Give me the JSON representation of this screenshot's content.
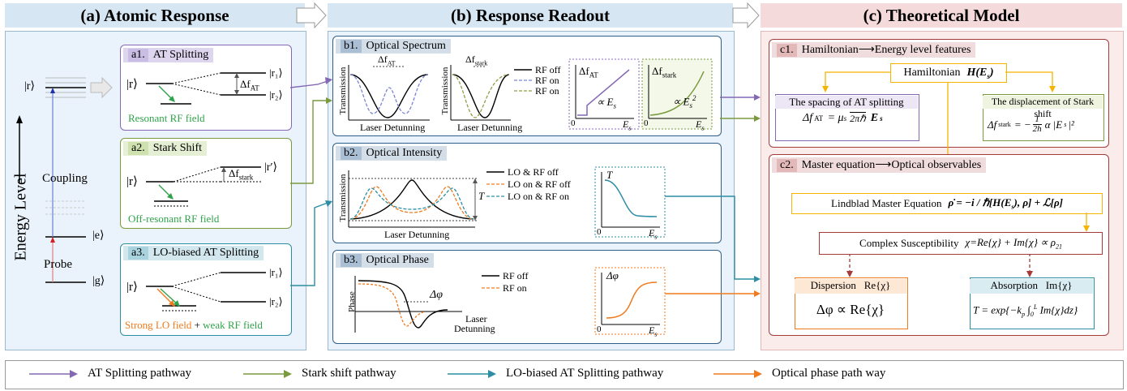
{
  "headers": {
    "a": "(a) Atomic Response",
    "b": "(b) Response Readout",
    "c": "(c) Theoretical Model"
  },
  "energy": {
    "axis": "Energy Level",
    "coupling": "Coupling",
    "probe": "Probe",
    "r": "|r⟩",
    "e": "|e⟩",
    "g": "|g⟩"
  },
  "a1": {
    "num": "a1.",
    "title": "AT Splitting",
    "r": "|r⟩",
    "r1": "|r₁⟩",
    "r2": "|r₂⟩",
    "df": "Δf",
    "dfsub": "AT",
    "field": "Resonant RF field"
  },
  "a2": {
    "num": "a2.",
    "title": "Stark Shift",
    "r": "|r⟩",
    "rp": "|r′⟩",
    "df": "Δf",
    "dfsub": "stark",
    "field": "Off-resonant RF field"
  },
  "a3": {
    "num": "a3.",
    "title": "LO-biased AT Splitting",
    "r": "|r⟩",
    "r1": "|r₁⟩",
    "r2": "|r₂⟩",
    "field_lo": "Strong LO field",
    "plus": " + ",
    "field_rf": "weak RF field"
  },
  "b1": {
    "num": "b1.",
    "title": "Optical Spectrum",
    "ylabel": "Transmission",
    "xlabel": "Laser Detunning",
    "df_at": "Δf",
    "df_at_sub": "AT",
    "df_stark": "Δf",
    "df_stark_sub": "stark",
    "legend1": [
      "RF off",
      "RF on"
    ],
    "legend2": "RF on",
    "plot1_y": "Δf",
    "plot1_ysub": "AT",
    "plot1_rel": "∝ E",
    "plot1_relsub": "s",
    "zero": "0",
    "es": "E",
    "essub": "s",
    "plot2_y": "Δf",
    "plot2_ysub": "stark",
    "plot2_rel": "∝ E",
    "plot2_relsub": "s",
    "plot2_relsup": "2"
  },
  "b2": {
    "num": "b2.",
    "title": "Optical Intensity",
    "ylabel": "Transmission",
    "xlabel": "Laser Detunning",
    "T": "T",
    "legend": [
      "LO & RF off",
      "LO on & RF off",
      "LO on & RF on"
    ],
    "plot_y": "T",
    "zero": "0",
    "es": "E",
    "essub": "s"
  },
  "b3": {
    "num": "b3.",
    "title": "Optical Phase",
    "ylabel": "Phase",
    "xlabel1": "Laser",
    "xlabel2": "Detunning",
    "dphi": "Δφ",
    "legend": [
      "RF off",
      "RF on"
    ],
    "plot_y": "Δφ",
    "zero": "0",
    "es": "E",
    "essub": "s"
  },
  "c1": {
    "num": "c1.",
    "title": "Hamiltonian⟶Energy level features",
    "ham_label": "Hamiltonian",
    "ham_expr": "H(E",
    "ham_sub": "s",
    "ham_close": ")",
    "left_title": "The spacing of AT splitting",
    "left_formula_lhs": "Δf",
    "left_formula_sub": "AT",
    "left_formula_rhs": "= μ",
    "left_mu_sub": "s",
    "left_den": "2πℏ",
    "left_es": "E",
    "left_es_sub": "s",
    "right_title": "The displacement of Stark shift",
    "right_formula_lhs": "Δf",
    "right_formula_sub": "stark",
    "right_formula_rhs": "= −",
    "right_num": "1",
    "right_den": "2h",
    "right_tail": "α |E",
    "right_tail_sub": "s",
    "right_tail_end": "|²"
  },
  "c2": {
    "num": "c2.",
    "title": "Master equation⟶Optical observables",
    "lindblad_label": "Lindblad Master Equation",
    "lindblad_expr": "ρ̇ = −i / ℏ[H(E",
    "lindblad_sub": "s",
    "lindblad_end": "), ρ] + ℒ[ρ]",
    "chi_label": "Complex Susceptibility",
    "chi_expr": "χ=Re{χ} + Im{χ} ∝",
    "chi_rho": "ρ",
    "chi_rho_sub": "21",
    "disp_title": "Dispersion",
    "disp_title_expr": "Re{χ}",
    "disp_formula": "Δφ ∝ Re{χ}",
    "abs_title": "Absorption",
    "abs_title_expr": "Im{χ}",
    "abs_formula": "T = exp{−k",
    "abs_kp_sub": "p",
    "abs_integral": " ∫",
    "abs_int_lower": "0",
    "abs_int_upper": "L",
    "abs_tail": " Im{χ}dz}"
  },
  "legend": {
    "items": [
      {
        "label": "AT Splitting pathway",
        "color": "#8468b4"
      },
      {
        "label": "Stark shift pathway",
        "color": "#7a9a3e"
      },
      {
        "label": "LO-biased AT Splitting pathway",
        "color": "#2d8da3"
      },
      {
        "label": "Optical phase path way",
        "color": "#f07a1e"
      }
    ]
  },
  "colors": {
    "purple": "#8468b4",
    "green": "#7a9a3e",
    "teal": "#2d8da3",
    "orange": "#f07a1e",
    "darkred": "#a53a3a",
    "gold": "#f5b400",
    "blue_hdr": "#d6e6f2",
    "pink_hdr": "#f4dada"
  }
}
